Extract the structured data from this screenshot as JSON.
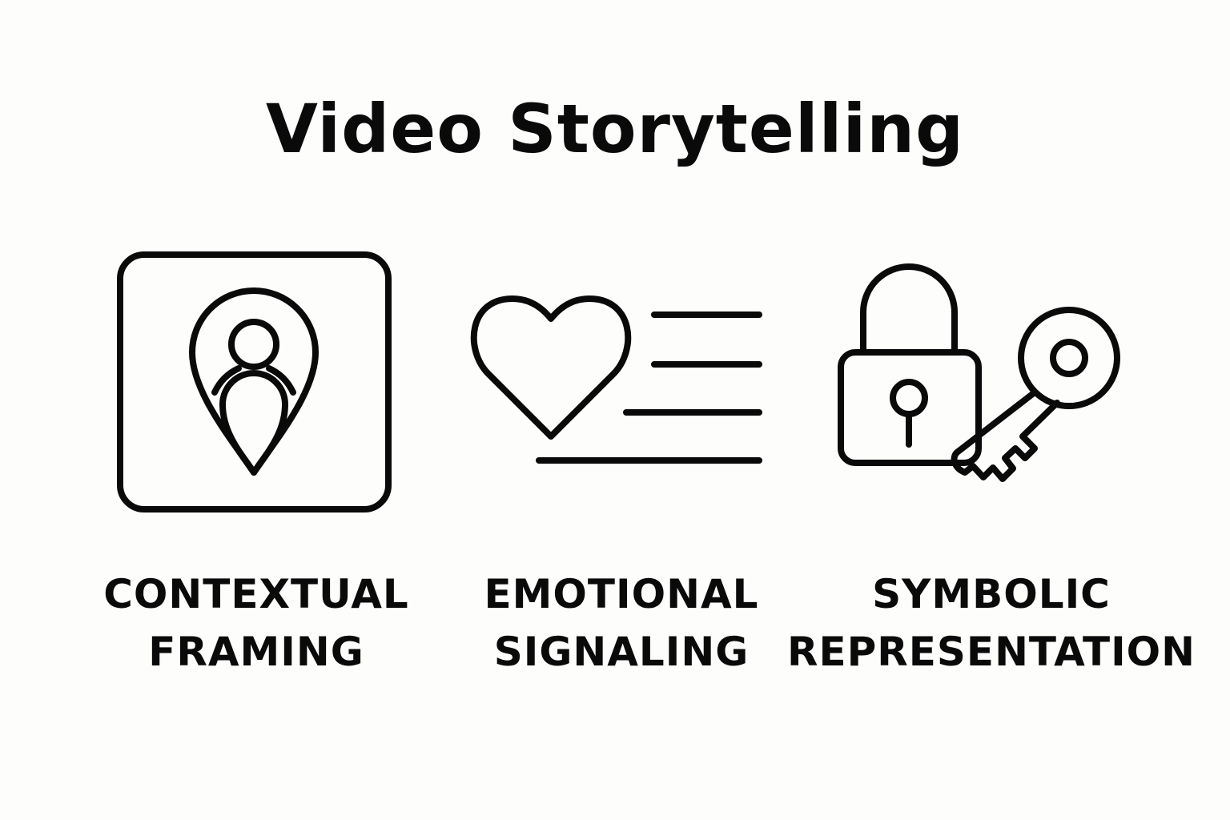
{
  "title": "Video Storytelling",
  "items": [
    {
      "icon": "location-person-icon",
      "line1": "CONTEXTUAL",
      "line2": "FRAMING"
    },
    {
      "icon": "heart-list-icon",
      "line1": "EMOTIONAL",
      "line2": "SIGNALING"
    },
    {
      "icon": "lock-key-icon",
      "line1": "SYMBOLIC",
      "line2": "REPRESENTATION"
    }
  ],
  "colors": {
    "ink": "#0a0a0a",
    "background": "#fdfdfb"
  }
}
